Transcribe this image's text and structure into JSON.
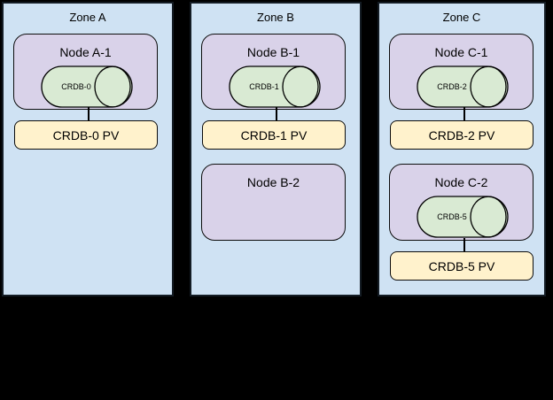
{
  "colors": {
    "background": "#000000",
    "zone_fill": "#cfe2f3",
    "zone_border": "#141c24",
    "node_fill": "#d9d2e9",
    "db_fill": "#d9ead3",
    "pv_fill": "#fff2cc",
    "shape_border": "#000000",
    "text": "#000000"
  },
  "zones": [
    {
      "label": "Zone A",
      "node1": {
        "label": "Node A-1",
        "db": "CRDB-0"
      },
      "pv1": "CRDB-0 PV"
    },
    {
      "label": "Zone B",
      "node1": {
        "label": "Node B-1",
        "db": "CRDB-1"
      },
      "pv1": "CRDB-1 PV",
      "node2": {
        "label": "Node B-2"
      }
    },
    {
      "label": "Zone C",
      "node1": {
        "label": "Node C-1",
        "db": "CRDB-2"
      },
      "pv1": "CRDB-2 PV",
      "node2": {
        "label": "Node C-2",
        "db": "CRDB-5"
      },
      "pv2": "CRDB-5 PV"
    }
  ]
}
